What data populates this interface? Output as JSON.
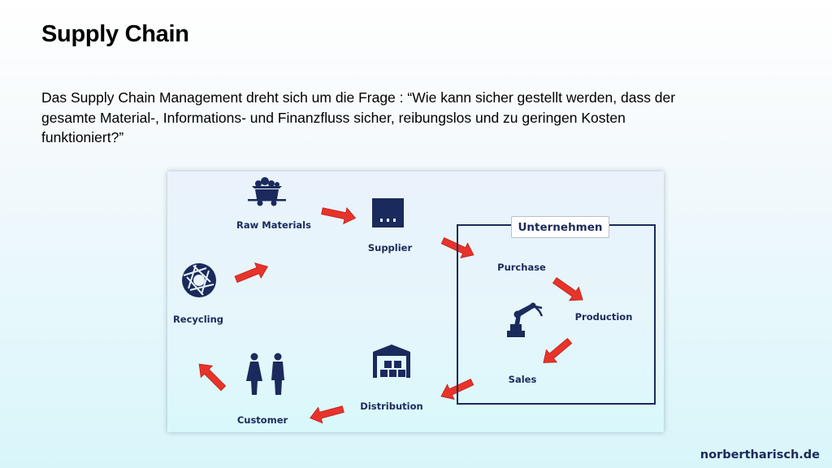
{
  "title": "Supply Chain",
  "description": "Das Supply Chain Management dreht sich um die Frage : “Wie kann sicher gestellt werden, dass der gesamte Material-, Informations- und Finanzfluss sicher, reibungslos und zu geringen Kosten funktioniert?”",
  "diagram": {
    "company_label": "Unternehmen",
    "nodes": {
      "raw_materials": "Raw Materials",
      "supplier": "Supplier",
      "purchase": "Purchase",
      "production": "Production",
      "sales": "Sales",
      "distribution": "Distribution",
      "customer": "Customer",
      "recycling": "Recycling"
    },
    "icons": {
      "raw_materials": "mine-cart-icon",
      "supplier": "factory-icon",
      "production": "robot-arm-icon",
      "distribution": "warehouse-icon",
      "customer": "people-icon",
      "recycling": "aperture-icon"
    },
    "colors": {
      "icon": "#1b2a5c",
      "arrow": "#e8332a"
    }
  },
  "footer": {
    "site": "norbertharisch.de"
  }
}
